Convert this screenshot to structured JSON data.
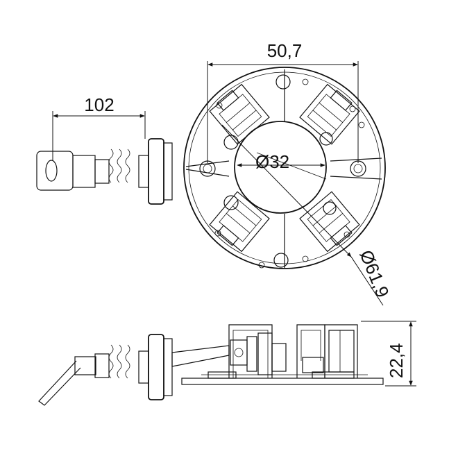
{
  "dimensions": {
    "hole_spacing": "50,7",
    "lead_length": "102",
    "bore_diameter": "Ø32",
    "outer_diameter": "Ø61,9",
    "height": "22,4"
  }
}
